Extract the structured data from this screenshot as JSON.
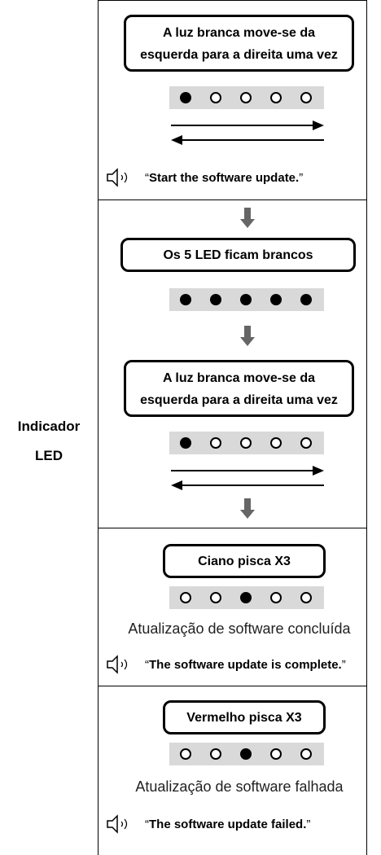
{
  "row_label": {
    "line1": "Indicador",
    "line2": "LED"
  },
  "sections": {
    "start": {
      "bubble": "A luz branca move-se da esquerda para a direita uma vez",
      "bubble_line1": "A luz branca move-se da",
      "bubble_line2": "esquerda para a direita uma vez",
      "leds": [
        1,
        0,
        0,
        0,
        0
      ],
      "voice_open": "“",
      "voice_bold": "Start the software update.",
      "voice_close": "”"
    },
    "progress": {
      "bubble_all": "Os 5 LED ficam brancos",
      "leds_all": [
        1,
        1,
        1,
        1,
        1
      ],
      "bubble_line1": "A luz branca move-se da",
      "bubble_line2": "esquerda para a direita uma vez",
      "leds_move": [
        1,
        0,
        0,
        0,
        0
      ]
    },
    "complete": {
      "bubble": "Ciano pisca X3",
      "leds": [
        0,
        0,
        1,
        0,
        0
      ],
      "caption": "Atualização de software concluída",
      "voice_open": "“",
      "voice_bold": "The software update is complete.",
      "voice_close": "”"
    },
    "failed": {
      "bubble": "Vermelho pisca X3",
      "leds": [
        0,
        0,
        1,
        0,
        0
      ],
      "caption": "Atualização de software falhada",
      "voice_open": "“",
      "voice_bold": "The software update failed.",
      "voice_close": "”"
    }
  },
  "icons": {
    "speaker": "speaker-sound-icon",
    "down_arrow": "down-arrow-icon"
  },
  "colors": {
    "led_bar": "#d9d9d9",
    "arrow_gray": "#666666"
  }
}
